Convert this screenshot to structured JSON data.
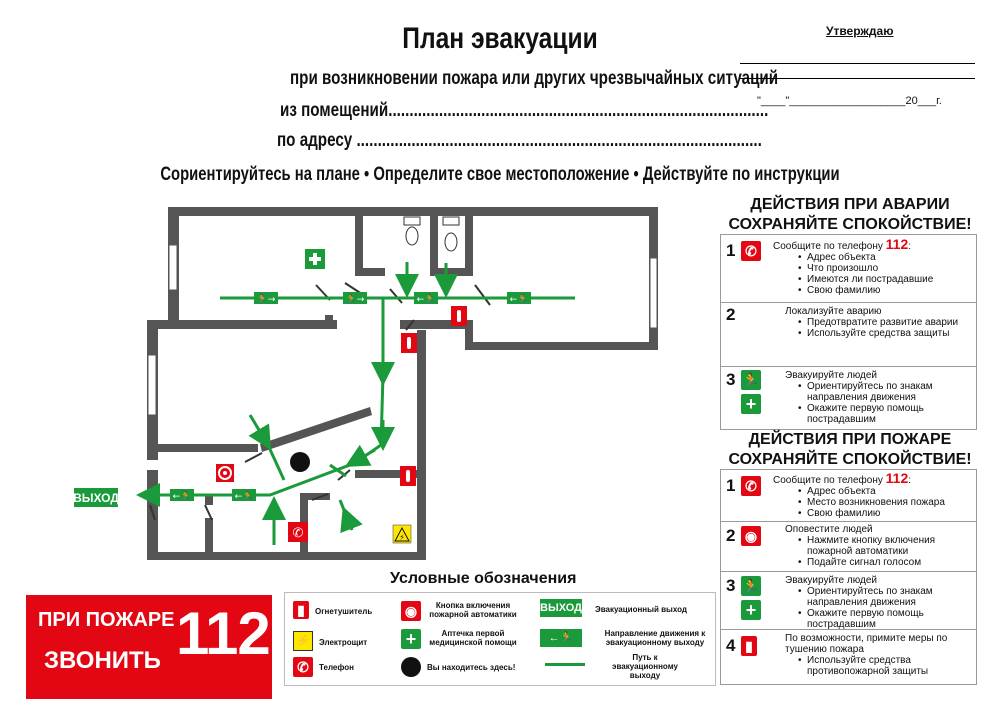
{
  "header": {
    "title": "План эвакуации",
    "line1": "при возникновении пожара или других чрезвычайных ситуаций",
    "line2": "из помещений..........................................................................................",
    "line3": "по адресу ................................................................................................",
    "approve": "Утверждаю",
    "date": "\"____\"___________________20___г.",
    "instruction": "Сориентируйтесь на плане  •  Определите свое местоположение  •  Действуйте по инструкции"
  },
  "plan": {
    "exit_label": "ВЫХОД"
  },
  "accident": {
    "title1": "ДЕЙСТВИЯ ПРИ АВАРИИ",
    "title2": "СОХРАНЯЙТЕ СПОКОЙСТВИЕ!",
    "steps": [
      {
        "num": "1",
        "lead": "Сообщите по телефону ",
        "phone": "112",
        "colon": ":",
        "items": [
          "Адрес объекта",
          "Что произошло",
          "Имеются ли пострадавшие",
          "Свою фамилию"
        ],
        "icons": [
          "phone-icon"
        ]
      },
      {
        "num": "2",
        "lead": "Локализуйте аварию",
        "items": [
          "Предотвратите развитие аварии",
          "Используйте средства защиты"
        ],
        "icons": []
      },
      {
        "num": "3",
        "lead": "Эвакуируйте людей",
        "items": [
          "Ориентируйтесь по знакам направления движения",
          "Окажите первую помощь пострадавшим"
        ],
        "icons": [
          "exit-icon",
          "first-aid-icon"
        ]
      }
    ]
  },
  "fire": {
    "title1": "ДЕЙСТВИЯ ПРИ ПОЖАРЕ",
    "title2": "СОХРАНЯЙТЕ СПОКОЙСТВИЕ!",
    "steps": [
      {
        "num": "1",
        "lead": "Сообщите по телефону ",
        "phone": "112",
        "colon": ":",
        "items": [
          "Адрес объекта",
          "Место возникновения пожара",
          "Свою фамилию"
        ],
        "icons": [
          "phone-icon"
        ]
      },
      {
        "num": "2",
        "lead": "Оповестите людей",
        "items": [
          "Нажмите кнопку включения пожарной автоматики",
          "Подайте сигнал голосом"
        ],
        "icons": [
          "alarm-button-icon"
        ]
      },
      {
        "num": "3",
        "lead": "Эвакуируйте людей",
        "items": [
          "Ориентируйтесь по знакам направления движения",
          "Окажите первую помощь пострадавшим"
        ],
        "icons": [
          "exit-icon",
          "first-aid-icon"
        ]
      },
      {
        "num": "4",
        "lead": "По возможности, примите меры по тушению пожара",
        "items": [
          "Используйте средства противопожарной защиты"
        ],
        "icons": [
          "extinguisher-icon"
        ]
      }
    ]
  },
  "call_box": {
    "line1": "ПРИ ПОЖАРЕ",
    "line2": "ЗВОНИТЬ",
    "number": "112"
  },
  "legend": {
    "title": "Условные обозначения",
    "extinguisher": "Огнетушитель",
    "panel": "Электрощит",
    "phone": "Телефон",
    "alarm_button": "Кнопка включения пожарной автоматики",
    "first_aid": "Аптечка первой медицинской помощи",
    "you_are_here": "Вы находитесь здесь!",
    "exit_sign": "ВЫХОД",
    "exit_desc": "Эвакуационный выход",
    "direction_desc": "Направление движения к эвакуационному выходу",
    "path_desc": "Путь к эвакуационному выходу"
  },
  "colors": {
    "red": "#e30613",
    "green": "#1a9a3a",
    "wall": "#555555"
  }
}
